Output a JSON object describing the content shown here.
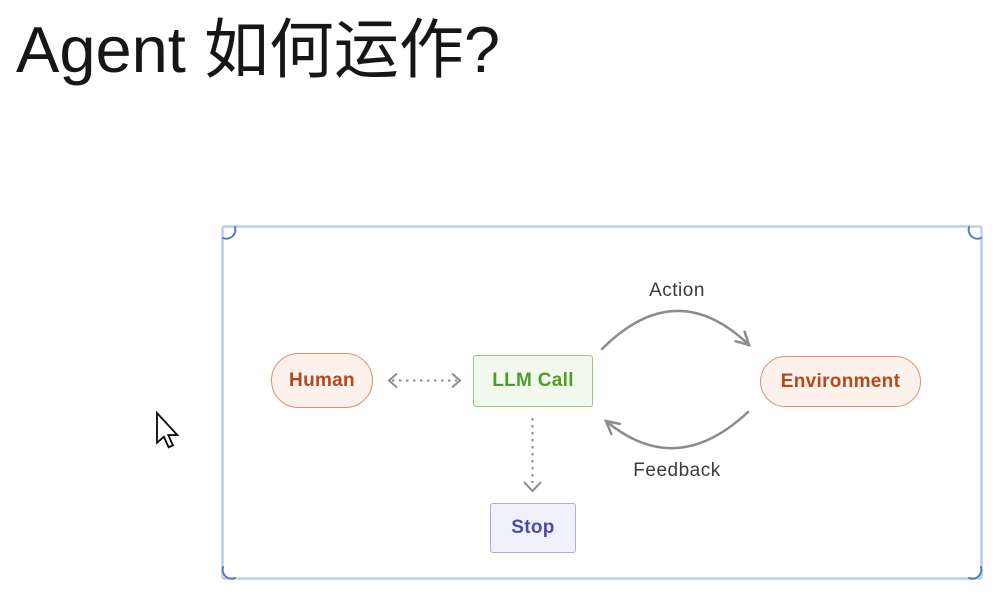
{
  "page": {
    "title": "Agent 如何运作?",
    "background_color": "#FFFFFF",
    "title_color": "#161616"
  },
  "diagram": {
    "frame": {
      "border_color": "#BACFEC",
      "corner_curl_color": "#4F79C8"
    },
    "nodes": {
      "human": {
        "label": "Human",
        "shape": "pill",
        "fill": "#FCF1EB",
        "border": "#D9916F",
        "text_color": "#B04A1E"
      },
      "llm_call": {
        "label": "LLM Call",
        "shape": "rectangle",
        "fill": "#F1F8EC",
        "border": "#9BC77E",
        "text_color": "#4F9C2C"
      },
      "environment": {
        "label": "Environment",
        "shape": "pill",
        "fill": "#FCF1EB",
        "border": "#D9916F",
        "text_color": "#B5491E"
      },
      "stop": {
        "label": "Stop",
        "shape": "rectangle",
        "fill": "#F0F0FA",
        "border": "#ABABDE",
        "text_color": "#4C4AAB"
      }
    },
    "edges": {
      "human_llm": {
        "style": "dashed-double-arrow",
        "color": "#8C8C8C"
      },
      "llm_stop": {
        "style": "dashed-arrow-down",
        "color": "#8C8C8C"
      },
      "action": {
        "label": "Action",
        "style": "curved-arrow-right",
        "color": "#8C8C8C",
        "label_color": "#3B3B3B"
      },
      "feedback": {
        "label": "Feedback",
        "style": "curved-arrow-left",
        "color": "#8C8C8C",
        "label_color": "#3B3B3B"
      }
    }
  },
  "cursor": {
    "icon": "arrow-pointer"
  }
}
